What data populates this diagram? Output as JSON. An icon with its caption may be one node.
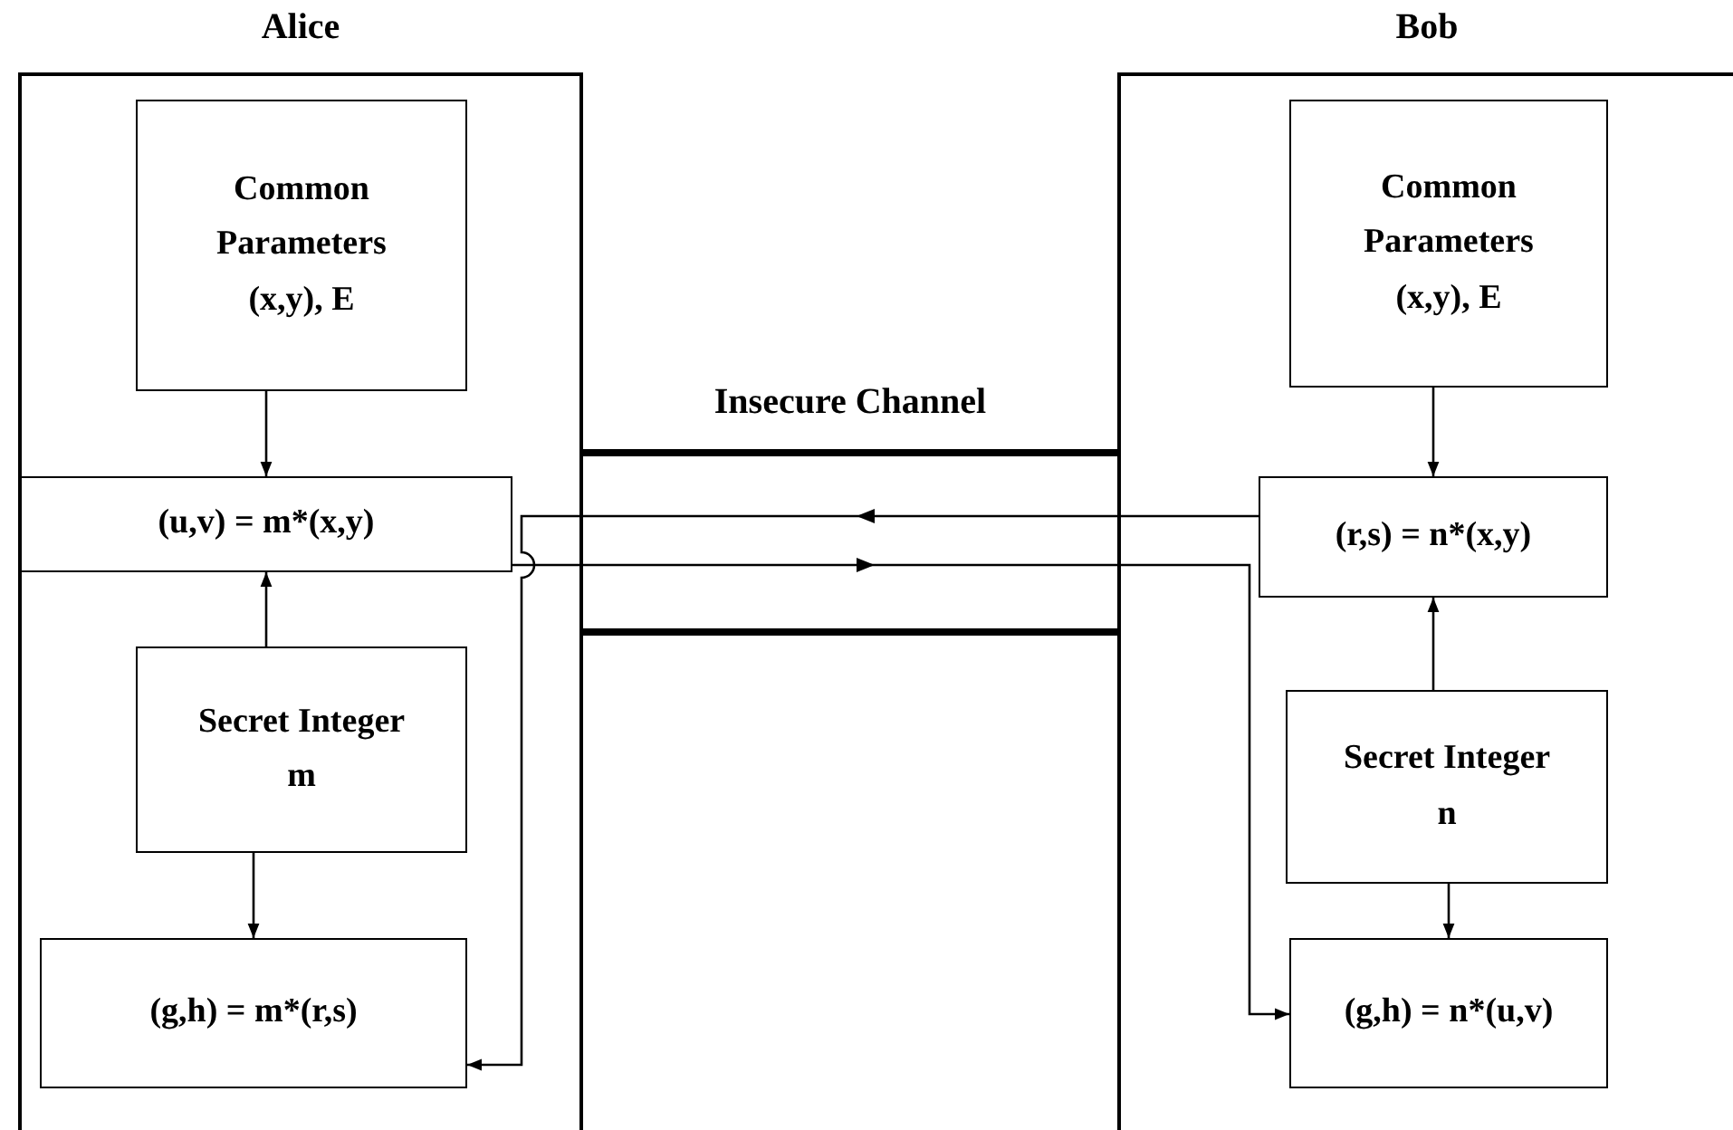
{
  "diagram": {
    "nodes": [
      {
        "text": [
          "Alice"
        ]
      },
      {
        "text": [
          "Common Parameters (x,y), E"
        ],
        "in": 0
      },
      {
        "text": [
          "(u,v) = m*(x,y)"
        ],
        "in": 0
      },
      {
        "text": [
          "Secret Integer m"
        ],
        "in": 0
      },
      {
        "text": [
          "(g,h) = m*(r,s)"
        ],
        "in": 0
      },
      {
        "text": [
          "Bob"
        ]
      },
      {
        "text": [
          "Common Parameters (x,y), E"
        ],
        "in": 5
      },
      {
        "text": [
          "(r,s) = n*(x,y)"
        ],
        "in": 5
      },
      {
        "text": [
          "Secret Integer n"
        ],
        "in": 5
      },
      {
        "text": [
          "(g,h) = n*(u,v)"
        ],
        "in": 5
      }
    ],
    "labels": [
      "Insecure Channel"
    ],
    "edges": [
      {
        "from": 1,
        "to": 2,
        "arrow": "to"
      },
      {
        "from": 3,
        "to": 2,
        "arrow": "to"
      },
      {
        "from": 3,
        "to": 4,
        "arrow": "to"
      },
      {
        "from": 6,
        "to": 7,
        "arrow": "to"
      },
      {
        "from": 8,
        "to": 7,
        "arrow": "to"
      },
      {
        "from": 8,
        "to": 9,
        "arrow": "to"
      },
      {
        "from": 7,
        "to": 4,
        "arrow": "to"
      },
      {
        "from": 2,
        "to": 9,
        "arrow": "to"
      }
    ]
  }
}
